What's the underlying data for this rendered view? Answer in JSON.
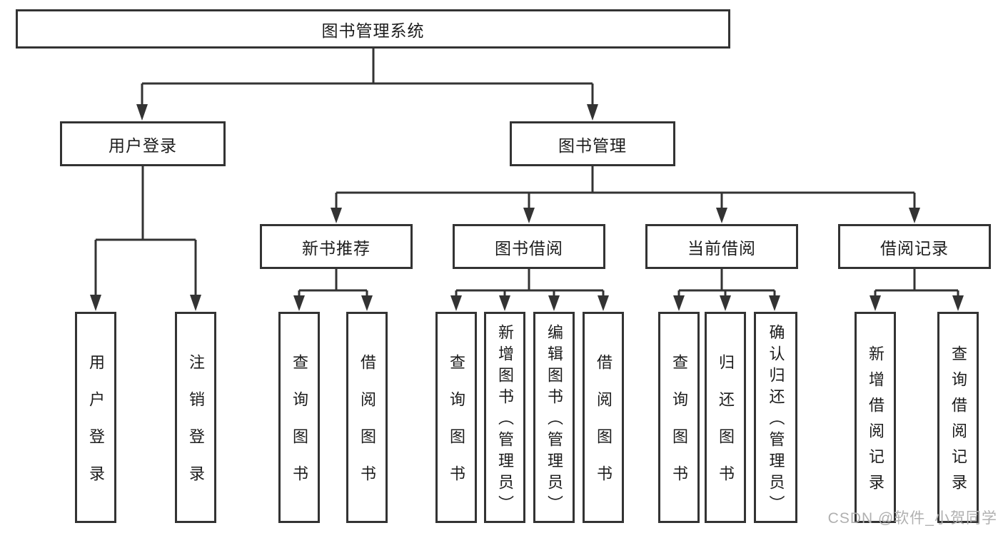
{
  "diagram": {
    "type": "tree",
    "root": {
      "label": "图书管理系统"
    },
    "level2": [
      {
        "label": "用户登录"
      },
      {
        "label": "图书管理"
      }
    ],
    "level3": [
      {
        "label": "新书推荐",
        "parent": "图书管理"
      },
      {
        "label": "图书借阅",
        "parent": "图书管理"
      },
      {
        "label": "当前借阅",
        "parent": "图书管理"
      },
      {
        "label": "借阅记录",
        "parent": "图书管理"
      }
    ],
    "leaves": [
      {
        "label": "用户登录",
        "parent": "用户登录"
      },
      {
        "label": "注销登录",
        "parent": "用户登录"
      },
      {
        "label": "查询图书",
        "parent": "新书推荐"
      },
      {
        "label": "借阅图书",
        "parent": "新书推荐"
      },
      {
        "label": "查询图书",
        "parent": "图书借阅"
      },
      {
        "label": "新增图书（管理员）",
        "parent": "图书借阅"
      },
      {
        "label": "编辑图书（管理员）",
        "parent": "图书借阅"
      },
      {
        "label": "借阅图书",
        "parent": "图书借阅"
      },
      {
        "label": "查询图书",
        "parent": "当前借阅"
      },
      {
        "label": "归还图书",
        "parent": "当前借阅"
      },
      {
        "label": "确认归还（管理员）",
        "parent": "当前借阅"
      },
      {
        "label": "新增借阅记录",
        "parent": "借阅记录"
      },
      {
        "label": "查询借阅记录",
        "parent": "借阅记录"
      }
    ],
    "watermark": "CSDN @软件_小贺同学",
    "colors": {
      "line": "#333333",
      "box_border": "#333333",
      "text": "#1c1c1c",
      "watermark": "#b0b0b0",
      "background": "#ffffff"
    }
  }
}
